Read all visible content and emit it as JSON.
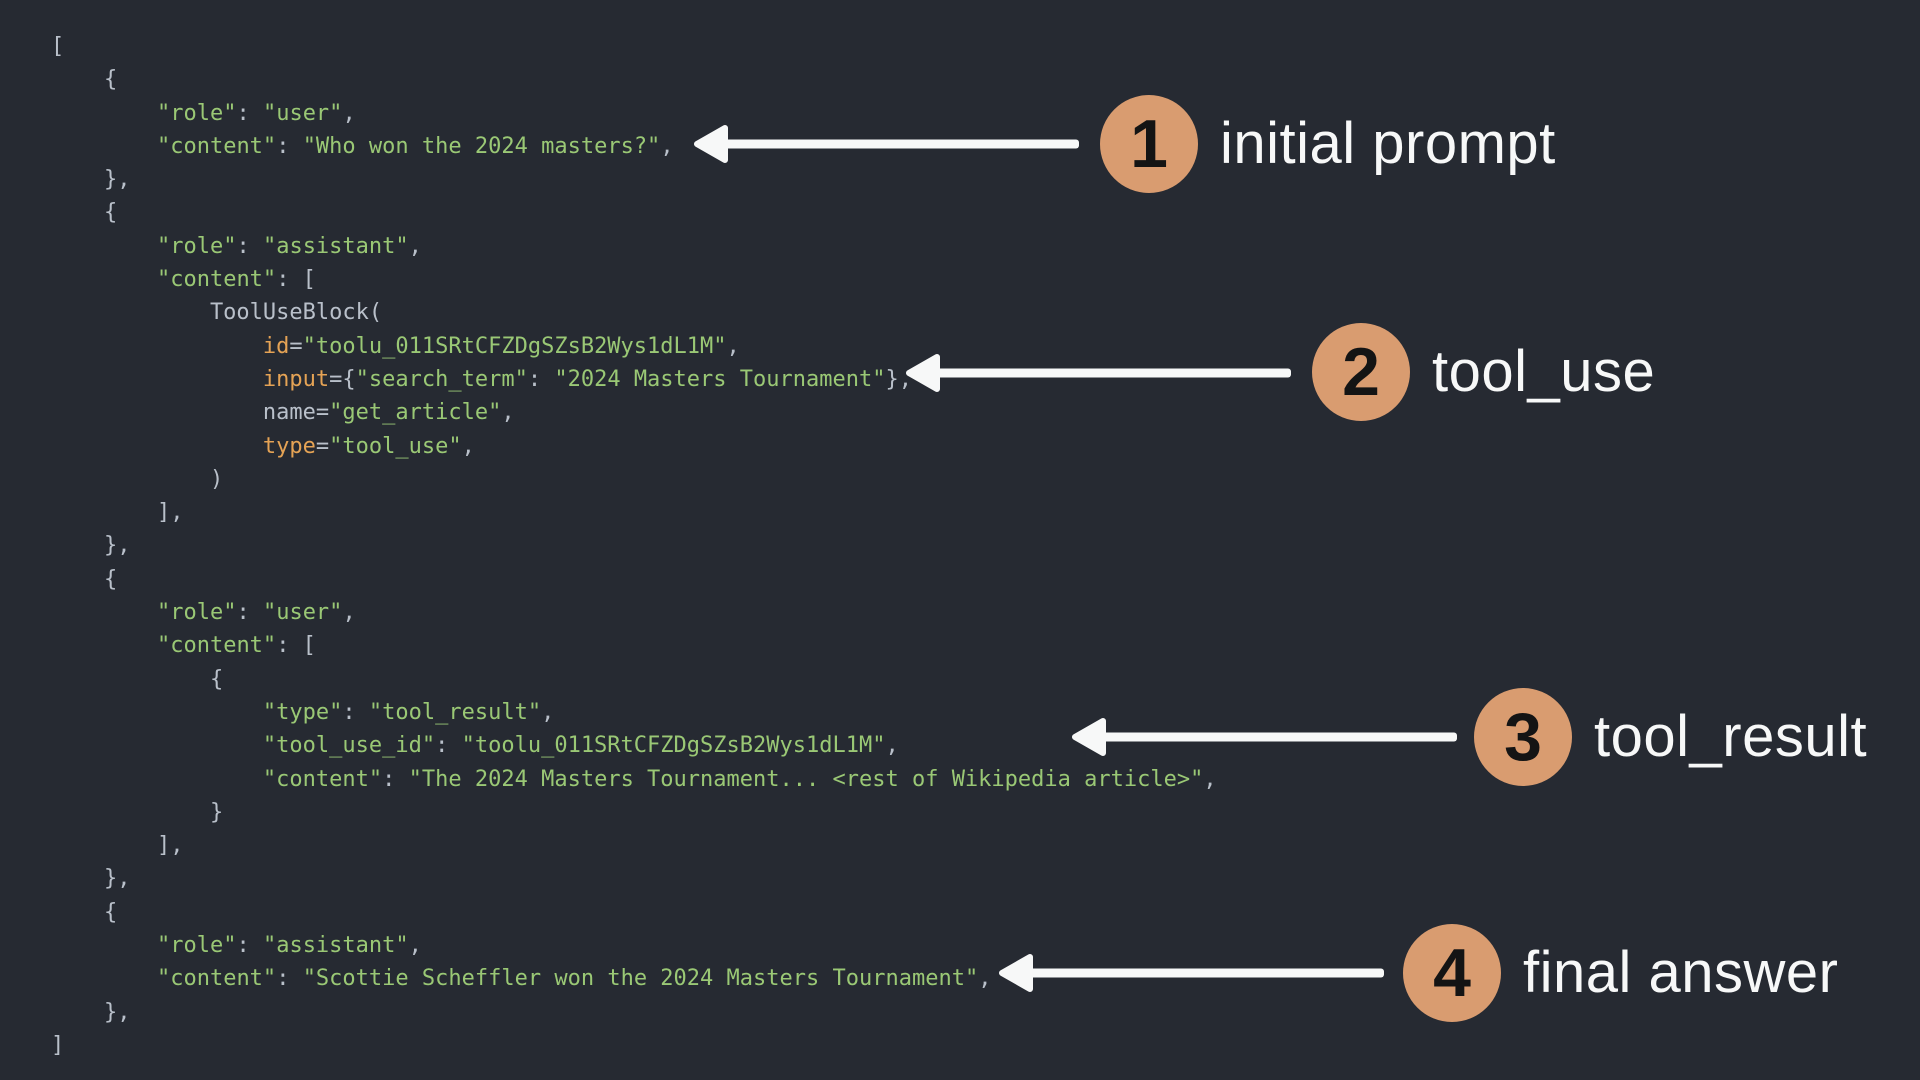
{
  "colors": {
    "background": "#262a32",
    "string": "#9ac875",
    "builtin": "#e5a355",
    "plain": "#b9c0ca",
    "circle": "#d99c70",
    "circle_number": "#141414",
    "label": "#f7f8f8",
    "arrow": "#f7f8f8"
  },
  "code": {
    "lines": [
      [
        {
          "t": "[",
          "c": "p"
        }
      ],
      [
        {
          "t": "    {",
          "c": "p"
        }
      ],
      [
        {
          "t": "        ",
          "c": "p"
        },
        {
          "t": "\"role\"",
          "c": "s"
        },
        {
          "t": ": ",
          "c": "p"
        },
        {
          "t": "\"user\"",
          "c": "s"
        },
        {
          "t": ",",
          "c": "p"
        }
      ],
      [
        {
          "t": "        ",
          "c": "p"
        },
        {
          "t": "\"content\"",
          "c": "s"
        },
        {
          "t": ": ",
          "c": "p"
        },
        {
          "t": "\"Who won the 2024 masters?\"",
          "c": "s"
        },
        {
          "t": ",",
          "c": "p"
        }
      ],
      [
        {
          "t": "    },",
          "c": "p"
        }
      ],
      [
        {
          "t": "    {",
          "c": "p"
        }
      ],
      [
        {
          "t": "        ",
          "c": "p"
        },
        {
          "t": "\"role\"",
          "c": "s"
        },
        {
          "t": ": ",
          "c": "p"
        },
        {
          "t": "\"assistant\"",
          "c": "s"
        },
        {
          "t": ",",
          "c": "p"
        }
      ],
      [
        {
          "t": "        ",
          "c": "p"
        },
        {
          "t": "\"content\"",
          "c": "s"
        },
        {
          "t": ": [",
          "c": "p"
        }
      ],
      [
        {
          "t": "            ToolUseBlock(",
          "c": "p"
        }
      ],
      [
        {
          "t": "                ",
          "c": "p"
        },
        {
          "t": "id",
          "c": "b"
        },
        {
          "t": "=",
          "c": "p"
        },
        {
          "t": "\"toolu_011SRtCFZDgSZsB2Wys1dL1M\"",
          "c": "s"
        },
        {
          "t": ",",
          "c": "p"
        }
      ],
      [
        {
          "t": "                ",
          "c": "p"
        },
        {
          "t": "input",
          "c": "b"
        },
        {
          "t": "={",
          "c": "p"
        },
        {
          "t": "\"search_term\"",
          "c": "s"
        },
        {
          "t": ": ",
          "c": "p"
        },
        {
          "t": "\"2024 Masters Tournament\"",
          "c": "s"
        },
        {
          "t": "},",
          "c": "p"
        }
      ],
      [
        {
          "t": "                name=",
          "c": "p"
        },
        {
          "t": "\"get_article\"",
          "c": "s"
        },
        {
          "t": ",",
          "c": "p"
        }
      ],
      [
        {
          "t": "                ",
          "c": "p"
        },
        {
          "t": "type",
          "c": "b"
        },
        {
          "t": "=",
          "c": "p"
        },
        {
          "t": "\"tool_use\"",
          "c": "s"
        },
        {
          "t": ",",
          "c": "p"
        }
      ],
      [
        {
          "t": "            )",
          "c": "p"
        }
      ],
      [
        {
          "t": "        ],",
          "c": "p"
        }
      ],
      [
        {
          "t": "    },",
          "c": "p"
        }
      ],
      [
        {
          "t": "    {",
          "c": "p"
        }
      ],
      [
        {
          "t": "        ",
          "c": "p"
        },
        {
          "t": "\"role\"",
          "c": "s"
        },
        {
          "t": ": ",
          "c": "p"
        },
        {
          "t": "\"user\"",
          "c": "s"
        },
        {
          "t": ",",
          "c": "p"
        }
      ],
      [
        {
          "t": "        ",
          "c": "p"
        },
        {
          "t": "\"content\"",
          "c": "s"
        },
        {
          "t": ": [",
          "c": "p"
        }
      ],
      [
        {
          "t": "            {",
          "c": "p"
        }
      ],
      [
        {
          "t": "                ",
          "c": "p"
        },
        {
          "t": "\"type\"",
          "c": "s"
        },
        {
          "t": ": ",
          "c": "p"
        },
        {
          "t": "\"tool_result\"",
          "c": "s"
        },
        {
          "t": ",",
          "c": "p"
        }
      ],
      [
        {
          "t": "                ",
          "c": "p"
        },
        {
          "t": "\"tool_use_id\"",
          "c": "s"
        },
        {
          "t": ": ",
          "c": "p"
        },
        {
          "t": "\"toolu_011SRtCFZDgSZsB2Wys1dL1M\"",
          "c": "s"
        },
        {
          "t": ",",
          "c": "p"
        }
      ],
      [
        {
          "t": "                ",
          "c": "p"
        },
        {
          "t": "\"content\"",
          "c": "s"
        },
        {
          "t": ": ",
          "c": "p"
        },
        {
          "t": "\"The 2024 Masters Tournament... <rest of Wikipedia article>\"",
          "c": "s"
        },
        {
          "t": ",",
          "c": "p"
        }
      ],
      [
        {
          "t": "            }",
          "c": "p"
        }
      ],
      [
        {
          "t": "        ],",
          "c": "p"
        }
      ],
      [
        {
          "t": "    },",
          "c": "p"
        }
      ],
      [
        {
          "t": "    {",
          "c": "p"
        }
      ],
      [
        {
          "t": "        ",
          "c": "p"
        },
        {
          "t": "\"role\"",
          "c": "s"
        },
        {
          "t": ": ",
          "c": "p"
        },
        {
          "t": "\"assistant\"",
          "c": "s"
        },
        {
          "t": ",",
          "c": "p"
        }
      ],
      [
        {
          "t": "        ",
          "c": "p"
        },
        {
          "t": "\"content\"",
          "c": "s"
        },
        {
          "t": ": ",
          "c": "p"
        },
        {
          "t": "\"Scottie Scheffler won the 2024 Masters Tournament\"",
          "c": "s"
        },
        {
          "t": ",",
          "c": "p"
        }
      ],
      [
        {
          "t": "    },",
          "c": "p"
        }
      ],
      [
        {
          "t": "]",
          "c": "p"
        }
      ]
    ]
  },
  "annotations": [
    {
      "number": "1",
      "label": "initial prompt"
    },
    {
      "number": "2",
      "label": "tool_use"
    },
    {
      "number": "3",
      "label": "tool_result"
    },
    {
      "number": "4",
      "label": "final answer"
    }
  ]
}
